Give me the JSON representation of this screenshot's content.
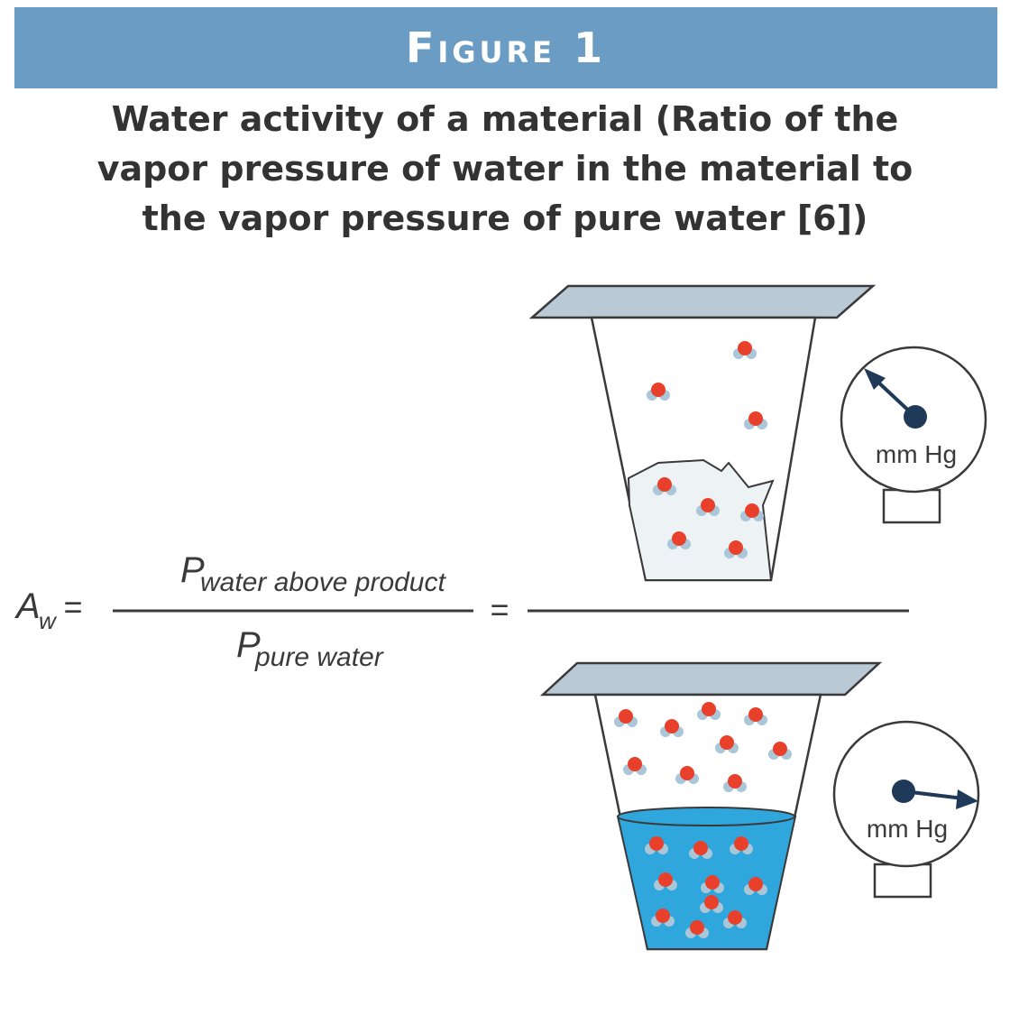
{
  "banner": {
    "label": "Figure 1"
  },
  "caption": {
    "line1": "Water activity of a material (Ratio of the",
    "line2": "vapor pressure of water in the material to",
    "line3": "the vapor pressure of pure water [6])"
  },
  "formula": {
    "symbol_main": "A",
    "symbol_sub": "w",
    "equals": "=",
    "numerator_main": "P",
    "numerator_sub": "water above product",
    "denominator_main": "P",
    "denominator_sub": "pure water",
    "equals2": "="
  },
  "gauges": {
    "top_unit": "mm Hg",
    "bottom_unit": "mm Hg"
  },
  "colors": {
    "banner": "#6b9dc4",
    "water": "#2fa6dc",
    "molecule_oxygen": "#e8402a",
    "molecule_hydrogen": "#a9c7d8",
    "lid": "#b9c9d6",
    "gauge_needle": "#1f3a58"
  }
}
